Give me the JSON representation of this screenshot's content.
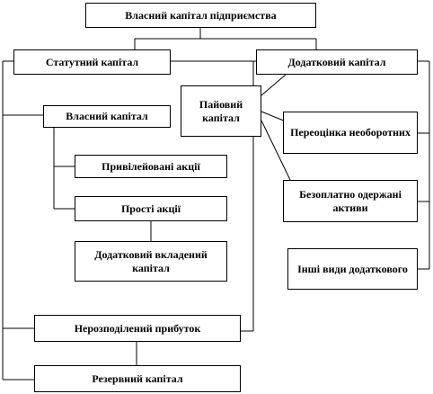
{
  "diagram": {
    "root": "Власний капітал підприємства",
    "statutory_capital": "Статутний капітал",
    "additional_capital": "Додатковий капітал",
    "share_capital": "Пайовий капітал",
    "own_capital": "Власний капітал",
    "revaluation": "Переоцінка необоротних",
    "preferred_shares": "Привілейовані акції",
    "free_assets": "Безоплатно одержані активи",
    "common_shares": "Прості акції",
    "additional_paid_in": "Додатковий вкладений капітал",
    "other_additional": "Інші види додаткового",
    "retained_earnings": "Нерозподілений прибуток",
    "reserve_capital": "Резервний капітал"
  }
}
